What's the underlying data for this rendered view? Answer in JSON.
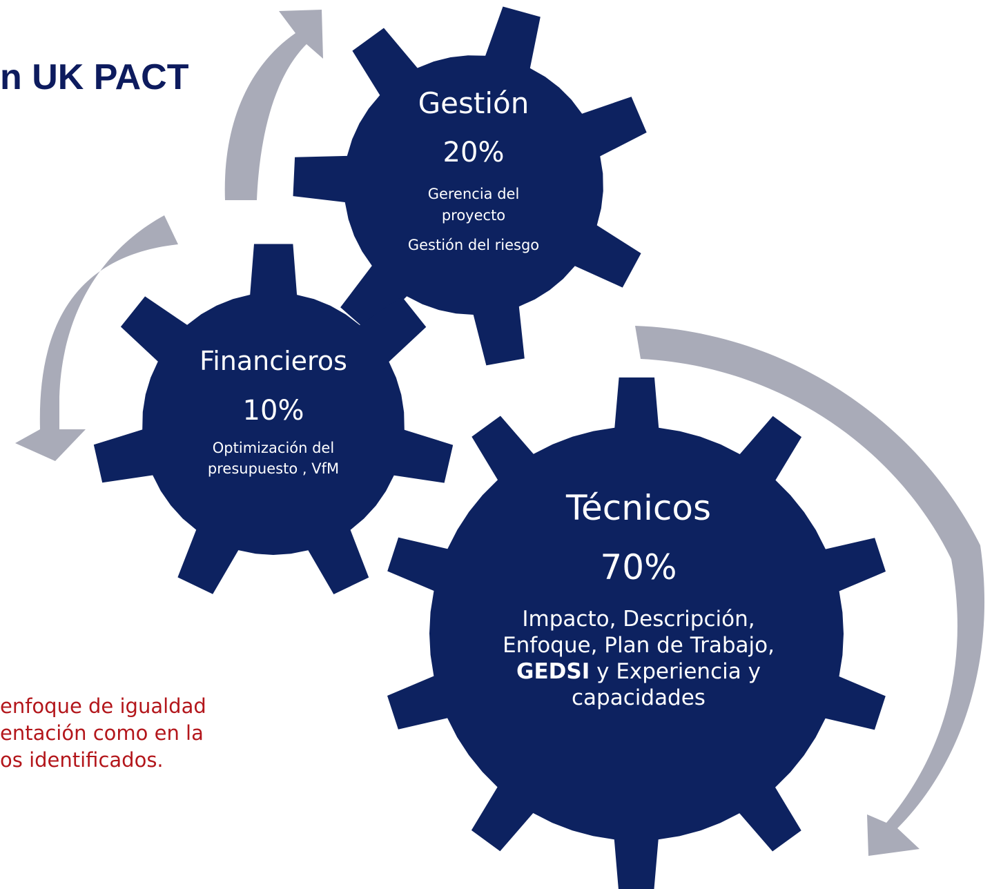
{
  "slide": {
    "title": "n UK PACT",
    "note_lines": [
      "enfoque de igualdad",
      "entación como en la",
      "os identificados."
    ]
  },
  "colors": {
    "gear": "#0d2260",
    "arrow": "#a9abb8",
    "title": "#0d1b5e",
    "note": "#b3161b"
  },
  "gears": {
    "gestion": {
      "name": "Gestión",
      "pct": "20%",
      "desc_1": "Gerencia del proyecto",
      "desc_2": "Gestión del riesgo"
    },
    "financieros": {
      "name": "Financieros",
      "pct": "10%",
      "desc_1": "Optimización del presupuesto , VfM"
    },
    "tecnicos": {
      "name": "Técnicos",
      "pct": "70%",
      "desc_before": "Impacto, Descripción, Enfoque, Plan de Trabajo, ",
      "desc_bold": "GEDSI",
      "desc_after": " y Experiencia y capacidades"
    }
  }
}
